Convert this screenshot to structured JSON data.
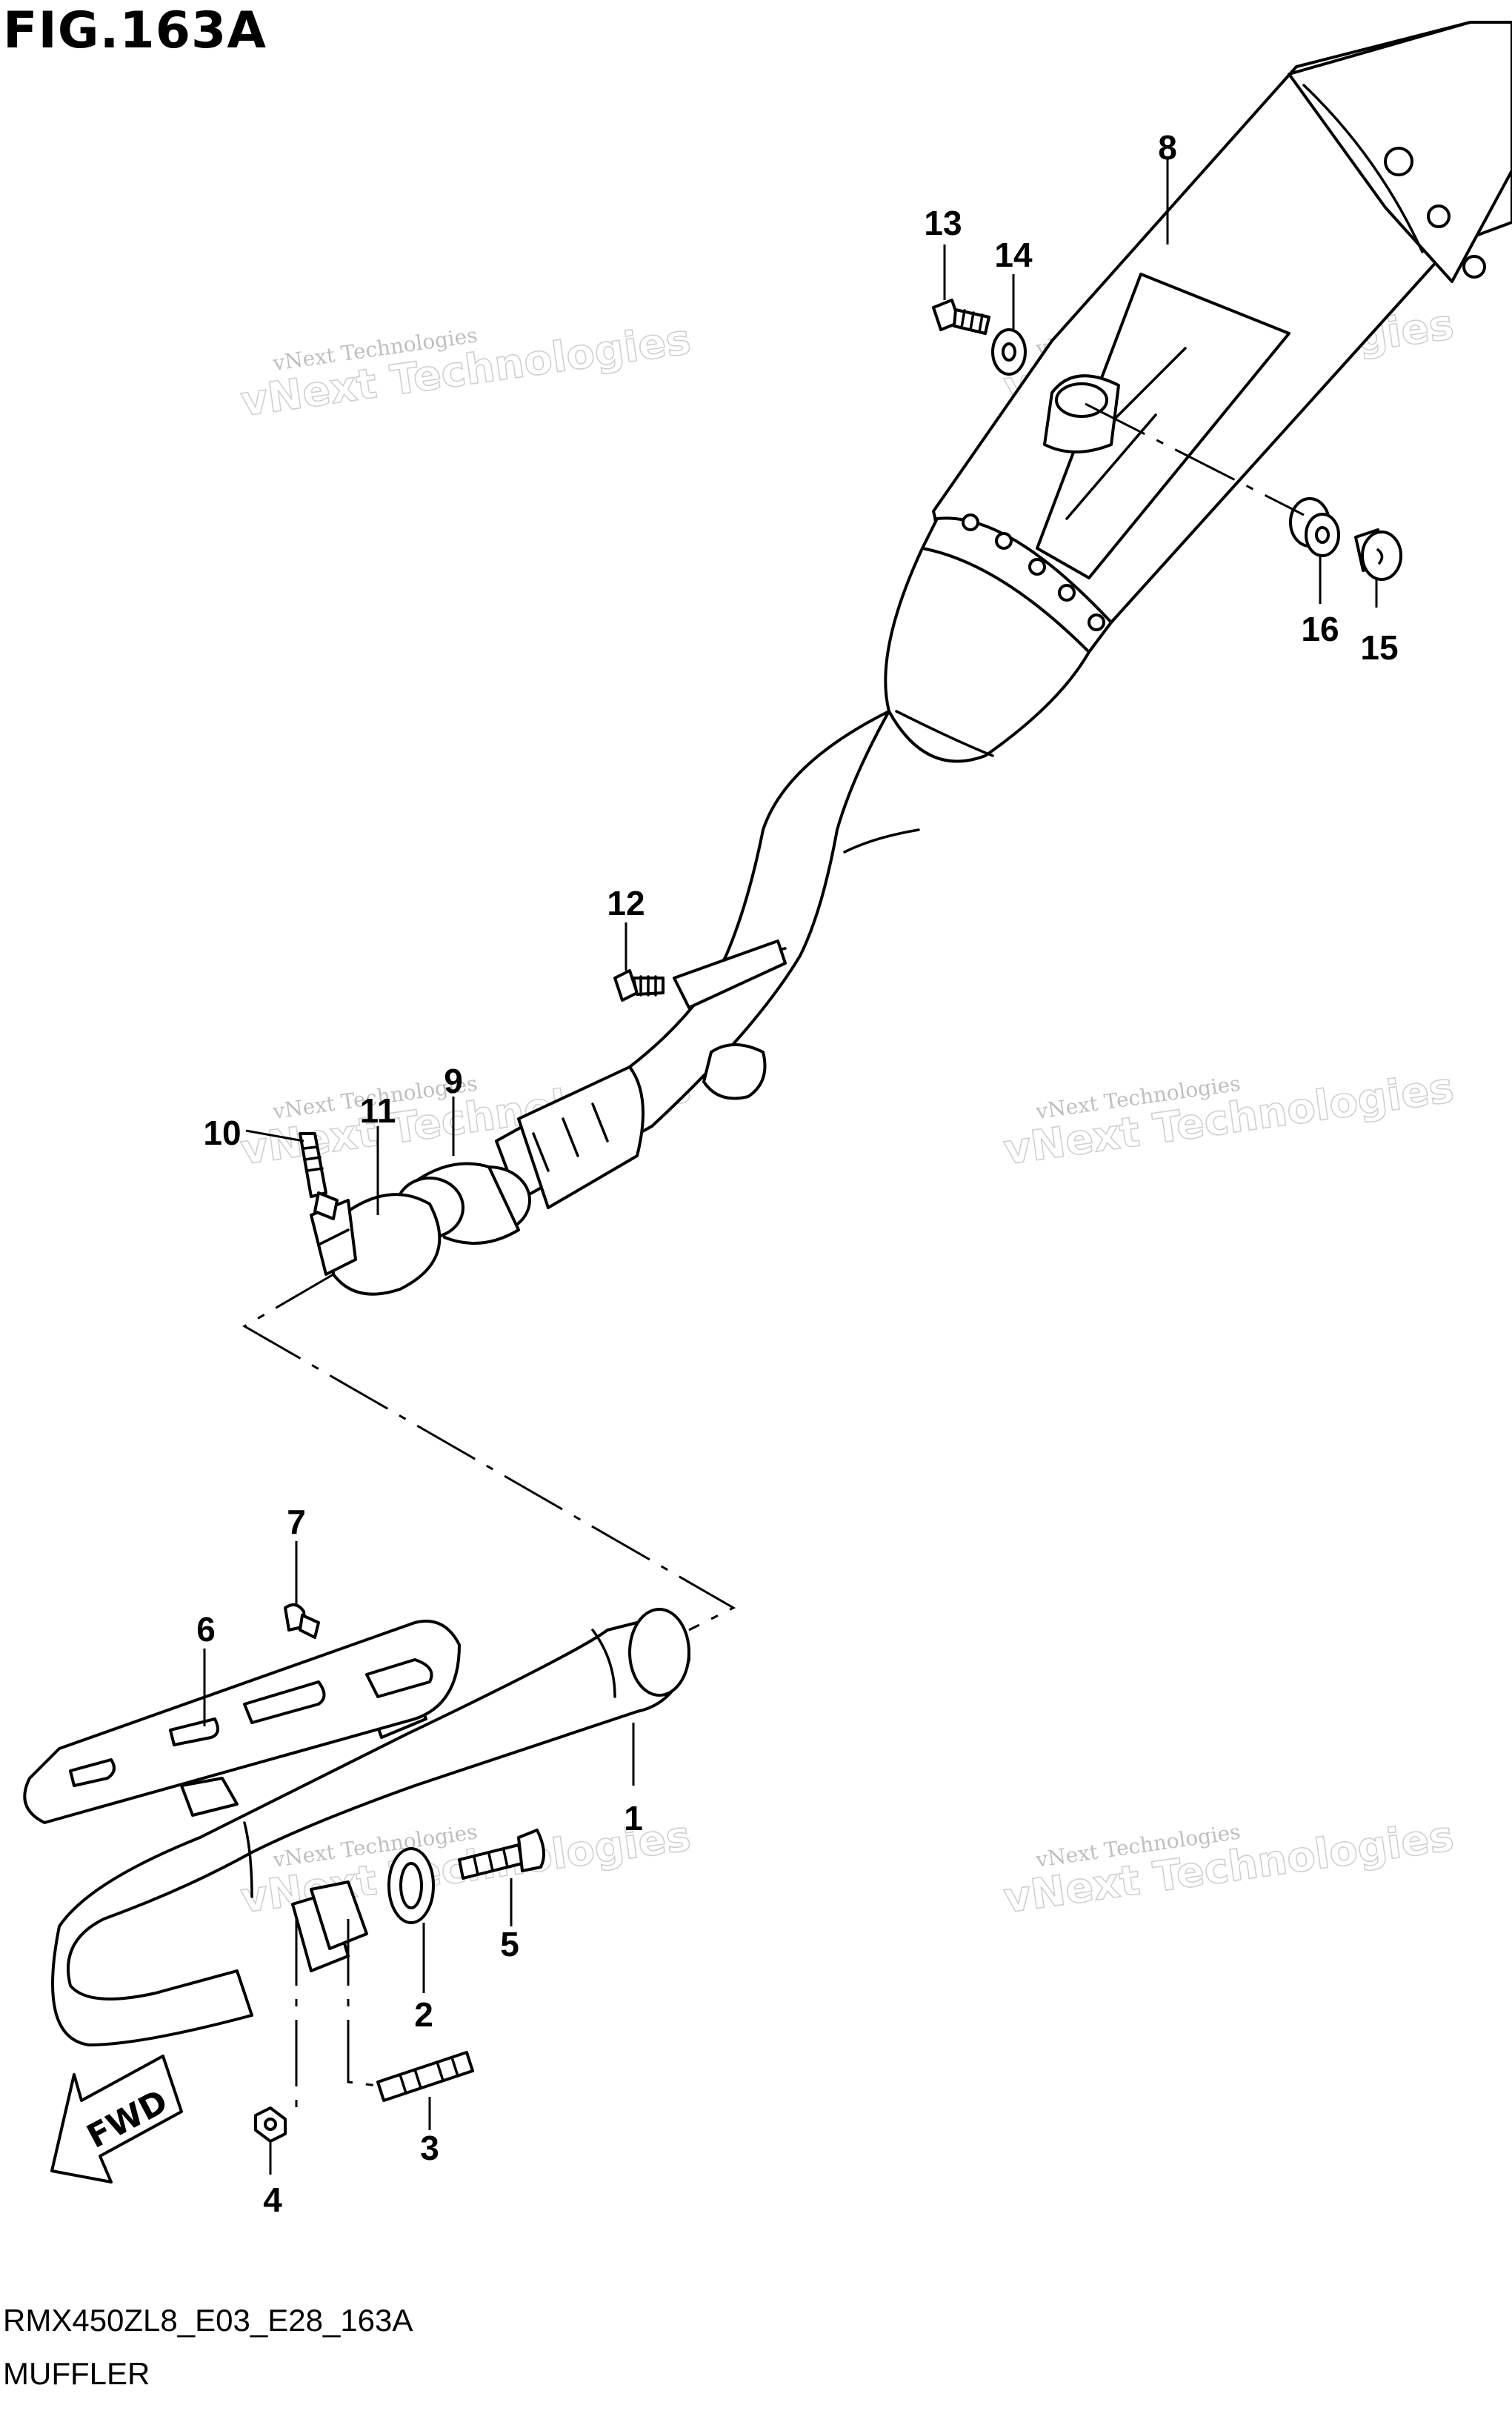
{
  "figure": {
    "title": "FIG.163A",
    "code": "RMX450ZL8_E03_E28_163A",
    "name": "MUFFLER"
  },
  "direction_label": "FWD",
  "watermark": {
    "line1": "vNext Technologies",
    "line2": "vNext Technologies"
  },
  "callouts": [
    {
      "id": "1",
      "label": "1"
    },
    {
      "id": "2",
      "label": "2"
    },
    {
      "id": "3",
      "label": "3"
    },
    {
      "id": "4",
      "label": "4"
    },
    {
      "id": "5",
      "label": "5"
    },
    {
      "id": "6",
      "label": "6"
    },
    {
      "id": "7",
      "label": "7"
    },
    {
      "id": "8",
      "label": "8"
    },
    {
      "id": "9",
      "label": "9"
    },
    {
      "id": "10",
      "label": "10"
    },
    {
      "id": "11",
      "label": "11"
    },
    {
      "id": "12",
      "label": "12"
    },
    {
      "id": "13",
      "label": "13"
    },
    {
      "id": "14",
      "label": "14"
    },
    {
      "id": "15",
      "label": "15"
    },
    {
      "id": "16",
      "label": "16"
    }
  ]
}
